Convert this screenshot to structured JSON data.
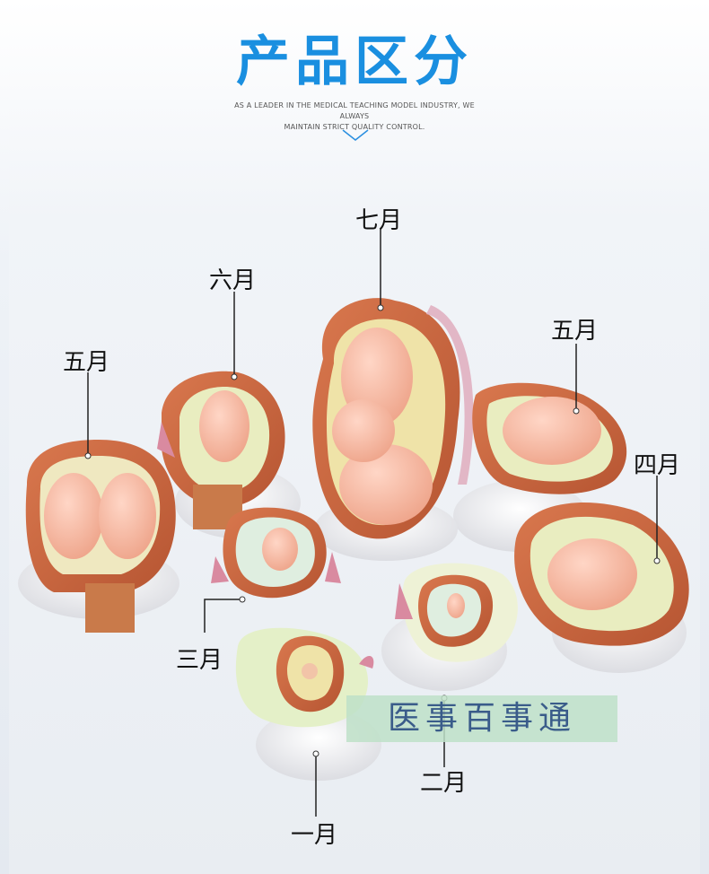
{
  "header": {
    "title": "产品区分",
    "title_color": "#1a8fe0",
    "subtitle_line1": "AS A LEADER IN THE MEDICAL TEACHING MODEL INDUSTRY, WE ALWAYS",
    "subtitle_line2": "MAINTAIN STRICT QUALITY CONTROL."
  },
  "labels": {
    "month_7": "七月",
    "month_6": "六月",
    "month_5_left": "五月",
    "month_5_right": "五月",
    "month_4": "四月",
    "month_3": "三月",
    "month_2": "二月",
    "month_1": "一月"
  },
  "watermark": "医事百事通",
  "colors": {
    "uterus_wall": "#c8603a",
    "fetus": "#f4b7a0",
    "base": "#f2f2f4",
    "accent_yellow": "#e9e6a0",
    "accent_pink": "#d98aa0"
  }
}
